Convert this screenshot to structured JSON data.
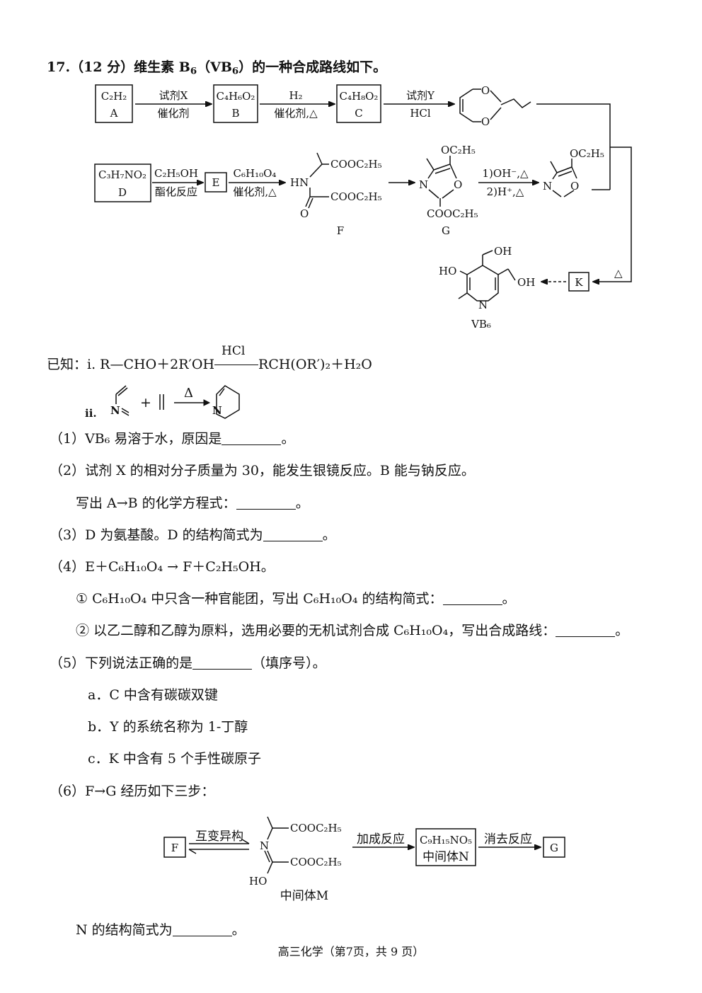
{
  "question": {
    "number": "17.",
    "score": "（12 分）",
    "title_pre": "维生素 B",
    "title_mid": "（VB",
    "title_post": "）的一种合成路线如下。",
    "sub6": "6"
  },
  "scheme": {
    "A_formula": "C₂H₂",
    "A_label": "A",
    "B_formula": "C₄H₆O₂",
    "B_label": "B",
    "C_formula": "C₄H₈O₂",
    "C_label": "C",
    "D_formula": "C₃H₇NO₂",
    "D_label": "D",
    "E_label": "E",
    "K_label": "K",
    "F_label": "F",
    "G_label": "G",
    "VB6_label": "VB₆",
    "arrow1_top": "试剂X",
    "arrow1_bottom": "催化剂",
    "arrow2_top": "H₂",
    "arrow2_bottom": "催化剂,△",
    "arrow3_top": "试剂Y",
    "arrow3_bottom": "HCl",
    "arrow4_top": "C₂H₅OH",
    "arrow4_bottom": "酯化反应",
    "arrow5_top": "C₆H₁₀O₄",
    "arrow5_bottom": "催化剂,△",
    "arrow6_top": "1)OH⁻,△",
    "arrow6_bottom": "2)H⁺,△",
    "arrow7_label": "△",
    "F_group_top": "COOC₂H₅",
    "F_group_bottom": "COOC₂H₅",
    "F_HN": "HN",
    "F_O": "O",
    "G_OEt": "OC₂H₅",
    "G_ester": "COOC₂H₅",
    "G_N": "N",
    "G_O": "O",
    "H_OEt": "OC₂H₅",
    "H_N": "N",
    "H_O": "O",
    "VB6_OH1": "OH",
    "VB6_OH2": "OH",
    "VB6_HO": "HO",
    "VB6_N": "N"
  },
  "known": {
    "label": "已知：i.",
    "eq_left": "R—CHO＋2R′OH",
    "eq_cond": "HCl",
    "eq_right": "RCH(OR′)₂＋H₂O",
    "ii_label": "ii.",
    "plus": "+",
    "delta": "Δ",
    "N1": "N",
    "N2": "N"
  },
  "questions": {
    "q1": "（1）VB₆ 易溶于水，原因是",
    "q2": "（2）试剂 X 的相对分子质量为 30，能发生银镜反应。B 能与钠反应。",
    "q2b": "写出 A→B 的化学方程式：",
    "q3": "（3）D 为氨基酸。D 的结构简式为",
    "q4": "（4）E＋C₆H₁₀O₄ → F＋C₂H₅OH。",
    "q4a": "① C₆H₁₀O₄ 中只含一种官能团，写出 C₆H₁₀O₄ 的结构简式：",
    "q4b": "② 以乙二醇和乙醇为原料，选用必要的无机试剂合成 C₆H₁₀O₄，写出合成路线：",
    "q5": "（5）下列说法正确的是",
    "q5_tail": "（填序号）。",
    "q5a": "a．C 中含有碳碳双键",
    "q5b": "b．Y 的系统名称为 1-丁醇",
    "q5c": "c．K 中含有 5 个手性碳原子",
    "q6": "（6）F→G 经历如下三步：",
    "q6_N": "N 的结构简式为",
    "period": "。"
  },
  "step_scheme": {
    "F": "F",
    "arrow1": "互变异构",
    "M_top": "COOC₂H₅",
    "M_bottom": "COOC₂H₅",
    "M_N": "N",
    "M_HO": "HO",
    "M_label": "中间体M",
    "arrow2": "加成反应",
    "N_formula": "C₉H₁₅NO₅",
    "N_label": "中间体N",
    "arrow3": "消去反应",
    "G": "G"
  },
  "footer": "高三化学（第7页，共 9 页）"
}
